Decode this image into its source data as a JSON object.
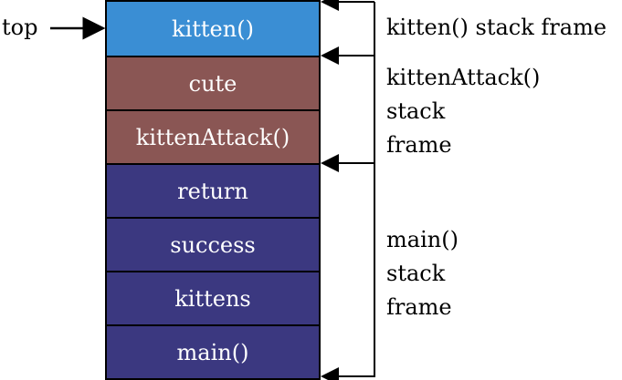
{
  "pointer": {
    "label": "top"
  },
  "stack": [
    {
      "label": "kitten()",
      "color": "#3a8ed4"
    },
    {
      "label": "cute",
      "color": "#8a5654"
    },
    {
      "label": "kittenAttack()",
      "color": "#8a5654"
    },
    {
      "label": "return",
      "color": "#3b3880"
    },
    {
      "label": "success",
      "color": "#3b3880"
    },
    {
      "label": "kittens",
      "color": "#3b3880"
    },
    {
      "label": "main()",
      "color": "#3b3880"
    }
  ],
  "frames": [
    {
      "lines": [
        "kitten() stack frame"
      ]
    },
    {
      "lines": [
        "kittenAttack()",
        "stack",
        "frame"
      ]
    },
    {
      "lines": [
        "main()",
        "stack",
        "frame"
      ]
    }
  ]
}
